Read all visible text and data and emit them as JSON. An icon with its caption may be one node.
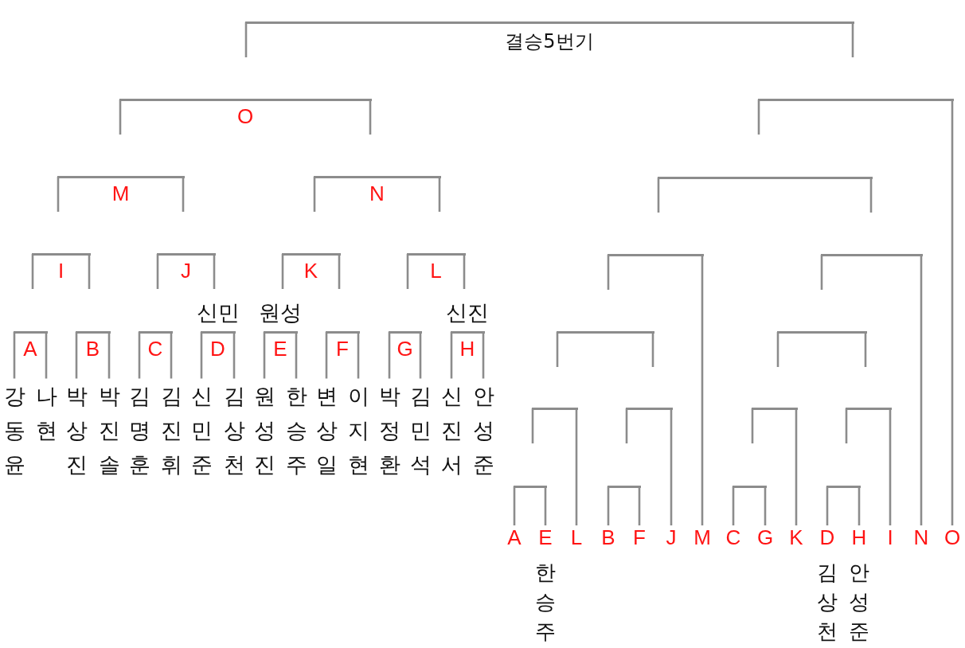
{
  "diagram": {
    "nodes": [
      {
        "text": [
          "결승5번기"
        ]
      },
      {
        "text": [
          "O"
        ]
      },
      {
        "text": [],
        "shape": "bar"
      },
      {
        "text": [
          "M"
        ]
      },
      {
        "text": [
          "N"
        ]
      },
      {
        "text": [],
        "shape": "bar"
      },
      {
        "text": [
          "I"
        ]
      },
      {
        "text": [
          "J"
        ]
      },
      {
        "text": [
          "K"
        ]
      },
      {
        "text": [
          "L"
        ]
      },
      {
        "text": [],
        "shape": "bar"
      },
      {
        "text": [],
        "shape": "bar"
      },
      {
        "text": [
          "A"
        ]
      },
      {
        "text": [
          "B"
        ]
      },
      {
        "text": [
          "C"
        ]
      },
      {
        "text": [
          "D"
        ],
        "beside": [
          "신민"
        ]
      },
      {
        "text": [
          "E"
        ],
        "beside": [
          "원성"
        ]
      },
      {
        "text": [
          "F"
        ]
      },
      {
        "text": [
          "G"
        ]
      },
      {
        "text": [
          "H"
        ],
        "beside": [
          "신진"
        ]
      },
      {
        "text": [],
        "shape": "bar"
      },
      {
        "text": [],
        "shape": "bar"
      },
      {
        "text": [
          "강동윤"
        ]
      },
      {
        "text": [
          "나현"
        ]
      },
      {
        "text": [
          "박상진"
        ]
      },
      {
        "text": [
          "박진솔"
        ]
      },
      {
        "text": [
          "김명훈"
        ]
      },
      {
        "text": [
          "김진휘"
        ]
      },
      {
        "text": [
          "신민준"
        ]
      },
      {
        "text": [
          "김상천"
        ]
      },
      {
        "text": [
          "원성진"
        ]
      },
      {
        "text": [
          "한승주"
        ]
      },
      {
        "text": [
          "변상일"
        ]
      },
      {
        "text": [
          "이지현"
        ]
      },
      {
        "text": [
          "박정환"
        ]
      },
      {
        "text": [
          "김민석"
        ]
      },
      {
        "text": [
          "신진서"
        ]
      },
      {
        "text": [
          "안성준"
        ]
      },
      {
        "text": [],
        "shape": "bar"
      },
      {
        "text": [],
        "shape": "bar"
      },
      {
        "text": [],
        "shape": "bar"
      },
      {
        "text": [],
        "shape": "bar"
      },
      {
        "text": [],
        "shape": "bar"
      },
      {
        "text": [],
        "shape": "bar"
      },
      {
        "text": [],
        "shape": "bar"
      },
      {
        "text": [],
        "shape": "bar"
      },
      {
        "text": [
          "A"
        ]
      },
      {
        "text": [
          "E"
        ],
        "beside": [
          "한승주"
        ]
      },
      {
        "text": [
          "L"
        ]
      },
      {
        "text": [
          "B"
        ]
      },
      {
        "text": [
          "F"
        ]
      },
      {
        "text": [
          "J"
        ]
      },
      {
        "text": [
          "M"
        ]
      },
      {
        "text": [
          "C"
        ]
      },
      {
        "text": [
          "G"
        ]
      },
      {
        "text": [
          "K"
        ]
      },
      {
        "text": [
          "D"
        ],
        "beside": [
          "김상천"
        ]
      },
      {
        "text": [
          "H"
        ],
        "beside": [
          "안성준"
        ]
      },
      {
        "text": [
          "I"
        ]
      },
      {
        "text": [
          "N"
        ]
      },
      {
        "text": [
          "O"
        ]
      }
    ],
    "edges": [
      {
        "from": 0,
        "to": null,
        "arrow": "none"
      },
      {
        "from": 0,
        "to": null,
        "arrow": "none"
      },
      {
        "from": 1,
        "to": null,
        "arrow": "none"
      },
      {
        "from": 1,
        "to": null,
        "arrow": "none"
      },
      {
        "from": 2,
        "to": null,
        "arrow": "none"
      },
      {
        "from": 2,
        "to": 60,
        "arrow": "none"
      },
      {
        "from": 3,
        "to": null,
        "arrow": "none"
      },
      {
        "from": 3,
        "to": null,
        "arrow": "none"
      },
      {
        "from": 4,
        "to": null,
        "arrow": "none"
      },
      {
        "from": 4,
        "to": null,
        "arrow": "none"
      },
      {
        "from": 5,
        "to": null,
        "arrow": "none"
      },
      {
        "from": 5,
        "to": null,
        "arrow": "none"
      },
      {
        "from": 6,
        "to": null,
        "arrow": "none"
      },
      {
        "from": 6,
        "to": null,
        "arrow": "none"
      },
      {
        "from": 7,
        "to": null,
        "arrow": "none"
      },
      {
        "from": 7,
        "to": null,
        "arrow": "none"
      },
      {
        "from": 8,
        "to": null,
        "arrow": "none"
      },
      {
        "from": 8,
        "to": null,
        "arrow": "none"
      },
      {
        "from": 9,
        "to": null,
        "arrow": "none"
      },
      {
        "from": 9,
        "to": null,
        "arrow": "none"
      },
      {
        "from": 10,
        "to": null,
        "arrow": "none"
      },
      {
        "from": 10,
        "to": 52,
        "arrow": "none"
      },
      {
        "from": 11,
        "to": null,
        "arrow": "none"
      },
      {
        "from": 11,
        "to": 59,
        "arrow": "none"
      },
      {
        "from": 12,
        "to": 22,
        "arrow": "none"
      },
      {
        "from": 12,
        "to": 23,
        "arrow": "none"
      },
      {
        "from": 13,
        "to": 24,
        "arrow": "none"
      },
      {
        "from": 13,
        "to": 25,
        "arrow": "none"
      },
      {
        "from": 14,
        "to": 26,
        "arrow": "none"
      },
      {
        "from": 14,
        "to": 27,
        "arrow": "none"
      },
      {
        "from": 15,
        "to": 28,
        "arrow": "none"
      },
      {
        "from": 15,
        "to": 29,
        "arrow": "none"
      },
      {
        "from": 16,
        "to": 30,
        "arrow": "none"
      },
      {
        "from": 16,
        "to": 31,
        "arrow": "none"
      },
      {
        "from": 17,
        "to": 32,
        "arrow": "none"
      },
      {
        "from": 17,
        "to": 33,
        "arrow": "none"
      },
      {
        "from": 18,
        "to": 34,
        "arrow": "none"
      },
      {
        "from": 18,
        "to": 35,
        "arrow": "none"
      },
      {
        "from": 19,
        "to": 36,
        "arrow": "none"
      },
      {
        "from": 19,
        "to": 37,
        "arrow": "none"
      },
      {
        "from": 20,
        "to": null,
        "arrow": "none"
      },
      {
        "from": 20,
        "to": null,
        "arrow": "none"
      },
      {
        "from": 21,
        "to": null,
        "arrow": "none"
      },
      {
        "from": 21,
        "to": null,
        "arrow": "none"
      },
      {
        "from": 38,
        "to": null,
        "arrow": "none"
      },
      {
        "from": 38,
        "to": 48,
        "arrow": "none"
      },
      {
        "from": 39,
        "to": null,
        "arrow": "none"
      },
      {
        "from": 39,
        "to": 51,
        "arrow": "none"
      },
      {
        "from": 40,
        "to": null,
        "arrow": "none"
      },
      {
        "from": 40,
        "to": 55,
        "arrow": "none"
      },
      {
        "from": 41,
        "to": null,
        "arrow": "none"
      },
      {
        "from": 41,
        "to": 58,
        "arrow": "none"
      },
      {
        "from": 42,
        "to": 46,
        "arrow": "none"
      },
      {
        "from": 42,
        "to": 47,
        "arrow": "none"
      },
      {
        "from": 43,
        "to": 49,
        "arrow": "none"
      },
      {
        "from": 43,
        "to": 50,
        "arrow": "none"
      },
      {
        "from": 44,
        "to": 53,
        "arrow": "none"
      },
      {
        "from": 44,
        "to": 54,
        "arrow": "none"
      },
      {
        "from": 45,
        "to": 56,
        "arrow": "none"
      },
      {
        "from": 45,
        "to": 57,
        "arrow": "none"
      }
    ]
  }
}
